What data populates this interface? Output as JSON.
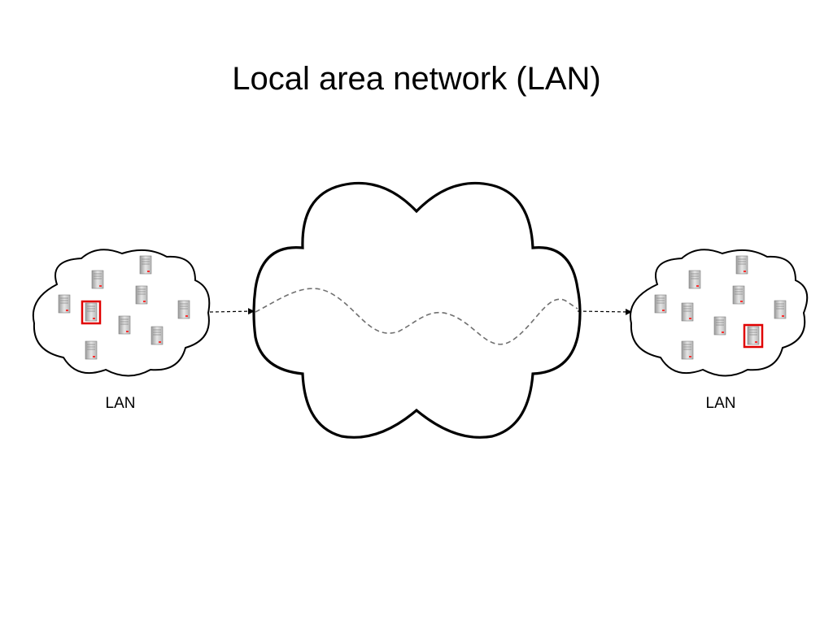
{
  "title": "Local area network (LAN)",
  "left_network": {
    "label": "LAN",
    "highlighted_computer": "computer-4",
    "icon": "server-tower-icon"
  },
  "right_network": {
    "label": "LAN",
    "highlighted_computer": "computer-8",
    "icon": "server-tower-icon"
  },
  "wan_cloud": {
    "label": ""
  },
  "colors": {
    "outline": "#000000",
    "highlight": "#e00000",
    "path": "#707070",
    "computer": "#c8c8c8",
    "status_led": "#ff3030"
  }
}
